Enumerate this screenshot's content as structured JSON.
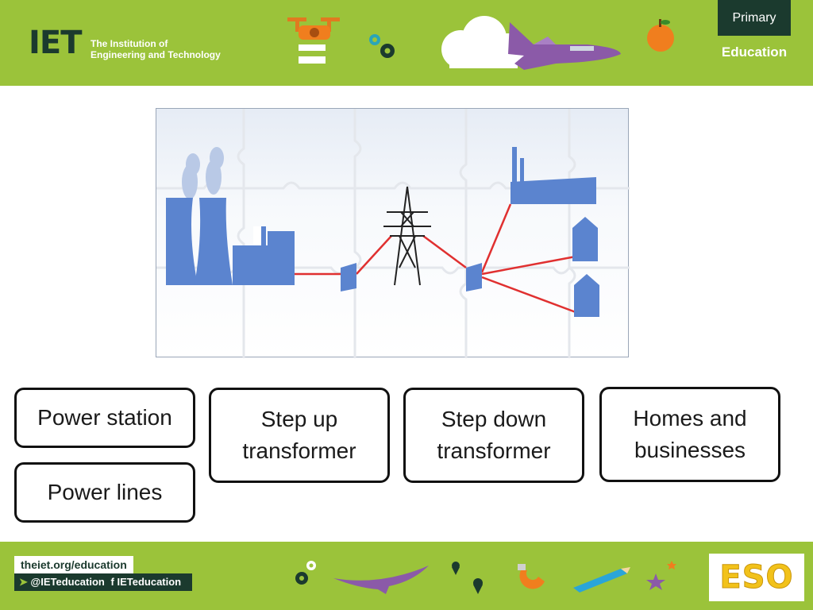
{
  "header": {
    "logo_letters": "IET",
    "logo_line1": "The Institution of",
    "logo_line2": "Engineering and Technology",
    "primary_label": "Primary",
    "education_label": "Education"
  },
  "labels": {
    "power_station": "Power station",
    "step_up_line1": "Step up",
    "step_up_line2": "transformer",
    "step_down_line1": "Step down",
    "step_down_line2": "transformer",
    "homes_line1": "Homes and",
    "homes_line2": "businesses",
    "power_lines": "Power lines"
  },
  "footer": {
    "url": "theiet.org/education",
    "twitter_handle": "@IETeducation",
    "facebook_handle": "IETeducation",
    "eso_logo": "ESO"
  },
  "colors": {
    "brand_green": "#9bc33a",
    "brand_dark": "#1b3a2e",
    "diagram_blue": "#5b84cf",
    "power_line_red": "#e03030"
  },
  "icons": [
    "drone-icon",
    "gears-icon",
    "cloud-icon",
    "space-shuttle-icon",
    "apple-icon",
    "glider-icon",
    "map-pin-icon",
    "magnet-icon",
    "pencil-icon",
    "star-icon"
  ]
}
